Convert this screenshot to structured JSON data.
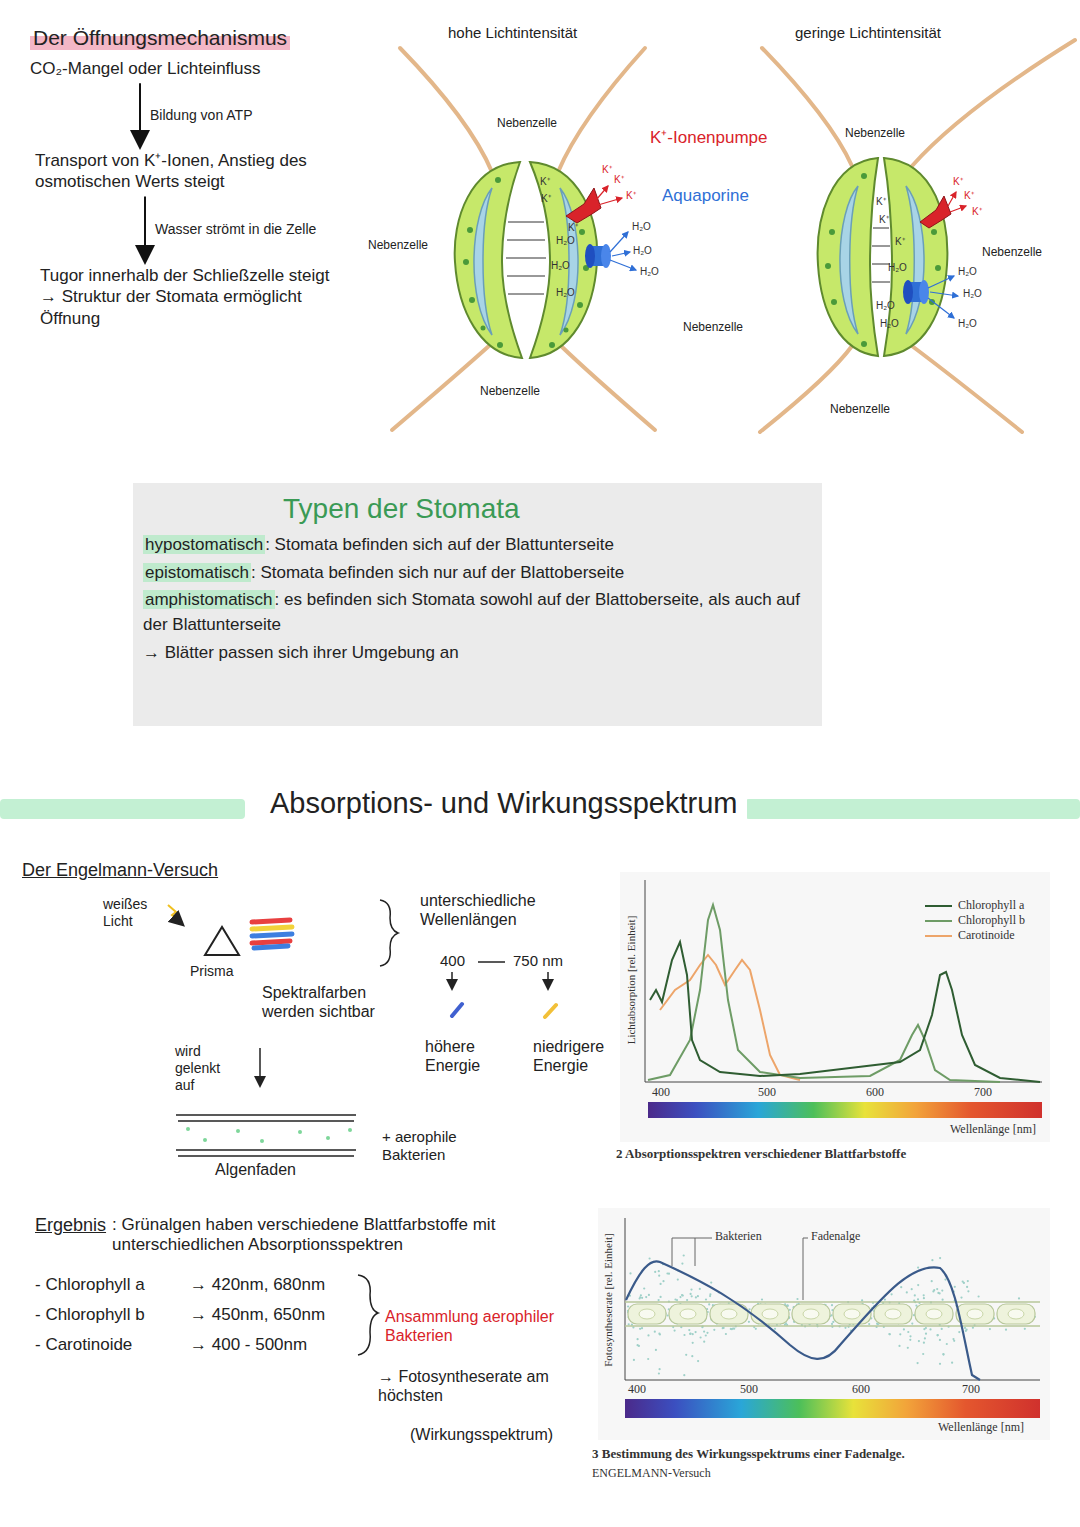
{
  "diagram": {
    "nodes": [
      {
        "text": [
          "CO₂-Mangel oder Lichteinfluss"
        ]
      },
      {
        "text": [
          "Transport von K⁺-Ionen, Anstieg des osmotischen Werts steigt"
        ]
      },
      {
        "text": [
          "Tugor innerhalb der Schließzelle steigt",
          "→ Struktur der Stomata ermöglicht Öffnung"
        ]
      },
      {
        "text": [
          "Typen der Stomata",
          "hypostomatisch",
          ": Stomata befinden sich auf der Blattunterseite",
          "epistomatisch",
          ": Stomata befinden sich nur auf der Blattoberseite",
          "amphistomatisch",
          ": es befinden sich Stomata sowohl auf der Blattoberseite, als auch auf der Blattunterseite",
          "→ Blätter passen sich ihrer Umgebung an"
        ]
      }
    ],
    "edges": [
      {
        "from": 0,
        "to": 1,
        "arrow": "to",
        "label": "Bildung von ATP"
      },
      {
        "from": 1,
        "to": 2,
        "arrow": "to",
        "label": "Wasser strömt in die Zelle"
      }
    ],
    "labels": [
      "Der Öffnungsmechanismus",
      "hohe Lichtintensität",
      "geringe Lichtintensität",
      "Nebenzelle",
      "Nebenzelle",
      "Nebenzelle",
      "Nebenzelle",
      "Nebenzelle",
      "Nebenzelle",
      "Nebenzelle",
      "K⁺-Ionenpumpe",
      "Aquaporine",
      "K⁺",
      "K⁺",
      "K⁺",
      "H₂O",
      "H₂O",
      "H₂O",
      "K⁺",
      "K⁺",
      "K⁺",
      "H₂O",
      "H₂O",
      "H₂O",
      "K⁺",
      "K⁺",
      "K⁺",
      "H₂O",
      "H₂O",
      "H₂O",
      "K⁺",
      "K⁺",
      "K⁺",
      "H₂O",
      "H₂O",
      "H₂O",
      "Absorptions- und Wirkungsspektrum",
      "Der Engelmann-Versuch",
      "weißes Licht",
      "Prisma",
      "Spektralfarben werden sichtbar",
      "unterschiedliche Wellenlängen",
      "400",
      "750 nm",
      "höhere Energie",
      "niedrigere Energie",
      "wird gelenkt auf",
      "+ aerophile Bakterien",
      "Algenfaden",
      "Ergebnis",
      ": Grünalgen haben verschiedene Blattfarbstoffe mit unterschiedlichen Absorptionsspektren",
      "- Chlorophyll a",
      "→ 420nm, 680nm",
      "- Chlorophyll b",
      "→ 450nm, 650nm",
      "- Carotinoide",
      "→ 400 - 500nm",
      "Ansammlung aerophiler Bakterien",
      "→ Fotosyntheserate am höchsten",
      "(Wirkungsspektrum)",
      "Lichtabsorption [rel. Einheit]",
      "400",
      "500",
      "600",
      "700",
      "Wellenlänge [nm]",
      "Fotosyntheserate [rel. Einheit]",
      "Bakterien",
      "Fadenalge",
      "400",
      "500",
      "600",
      "700",
      "Wellenlänge [nm]",
      "2 Absorptionsspektren verschiedener Blattfarbstoffe",
      "3 Bestimmung des Wirkungsspektrums einer Fadenalge.",
      "ENGELMANN-Versuch"
    ],
    "legend": [
      {
        "text": "Chlorophyll a"
      },
      {
        "text": "Chlorophyll b"
      },
      {
        "text": "Carotinoide"
      }
    ]
  }
}
